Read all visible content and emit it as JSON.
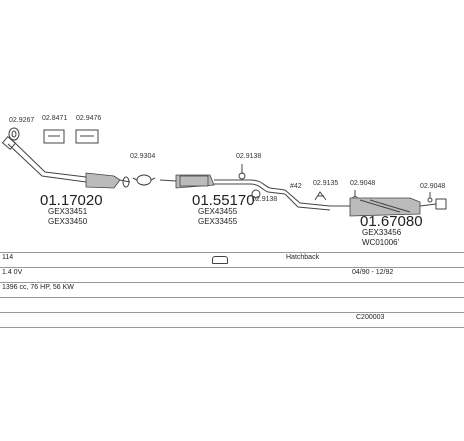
{
  "parts": {
    "p1": "02.9267",
    "p2": "02.8471",
    "p3": "02.9476",
    "p4": "02.9304",
    "p5": "02.9138",
    "p6": "02.9138",
    "p7": "#42",
    "p8": "02.9135",
    "p9": "02.9048",
    "p10": "02.9048",
    "main1": "01.17020",
    "main1_sub1": "GEX33451",
    "main1_sub2": "GEX33450",
    "main2": "01.55170",
    "main2_sub1": "GEX43455",
    "main2_sub2": "GEX33455",
    "main3": "01.67080",
    "main3_sub1": "GEX33456",
    "main3_sub2": "WC01006'"
  },
  "info": {
    "model": "114",
    "body": "Hatchback",
    "engine": "1.4  0V",
    "dates": "04/90 - 12/92",
    "spec": "1396 cc, 76 HP, 56 KW",
    "code": "C200003"
  }
}
